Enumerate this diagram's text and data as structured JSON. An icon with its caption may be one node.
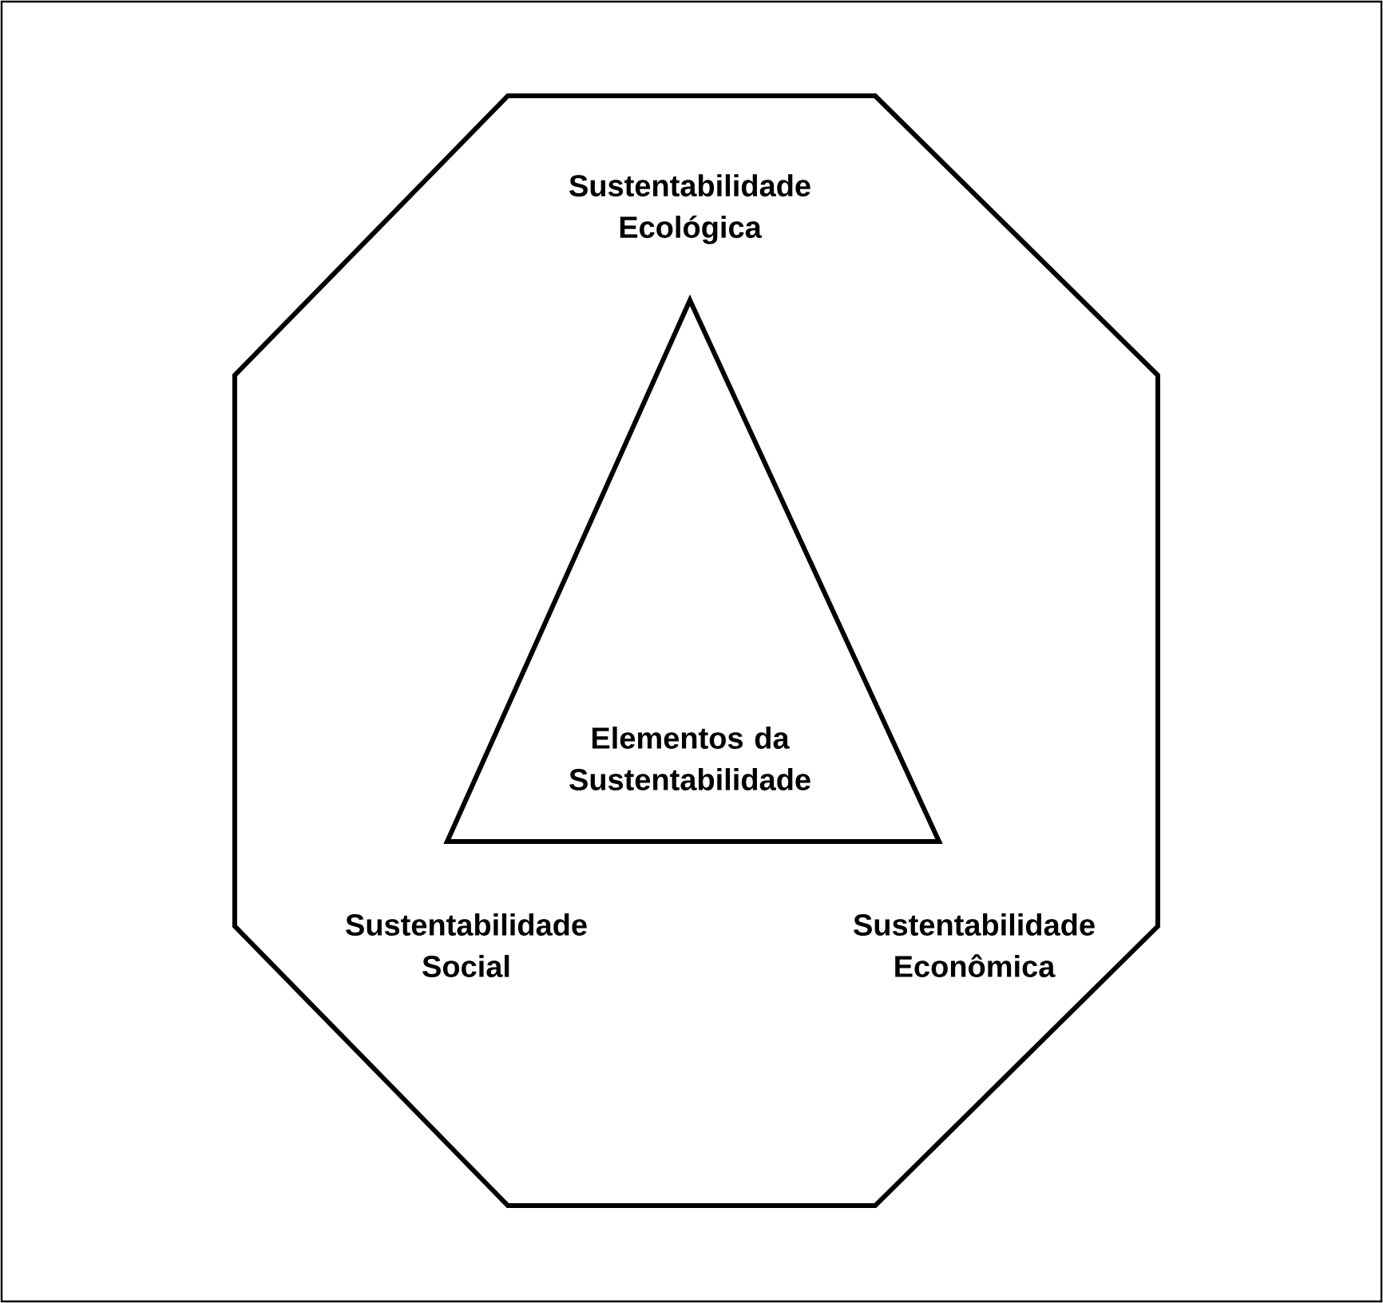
{
  "diagram": {
    "nodes": [
      {
        "text": [
          "Sustentabilidade Ecológica",
          "Sustentabilidade Social",
          "Sustentabilidade Econômica"
        ]
      },
      {
        "text": [
          "Elementos da Sustentabilidade"
        ],
        "in": 0
      }
    ]
  }
}
